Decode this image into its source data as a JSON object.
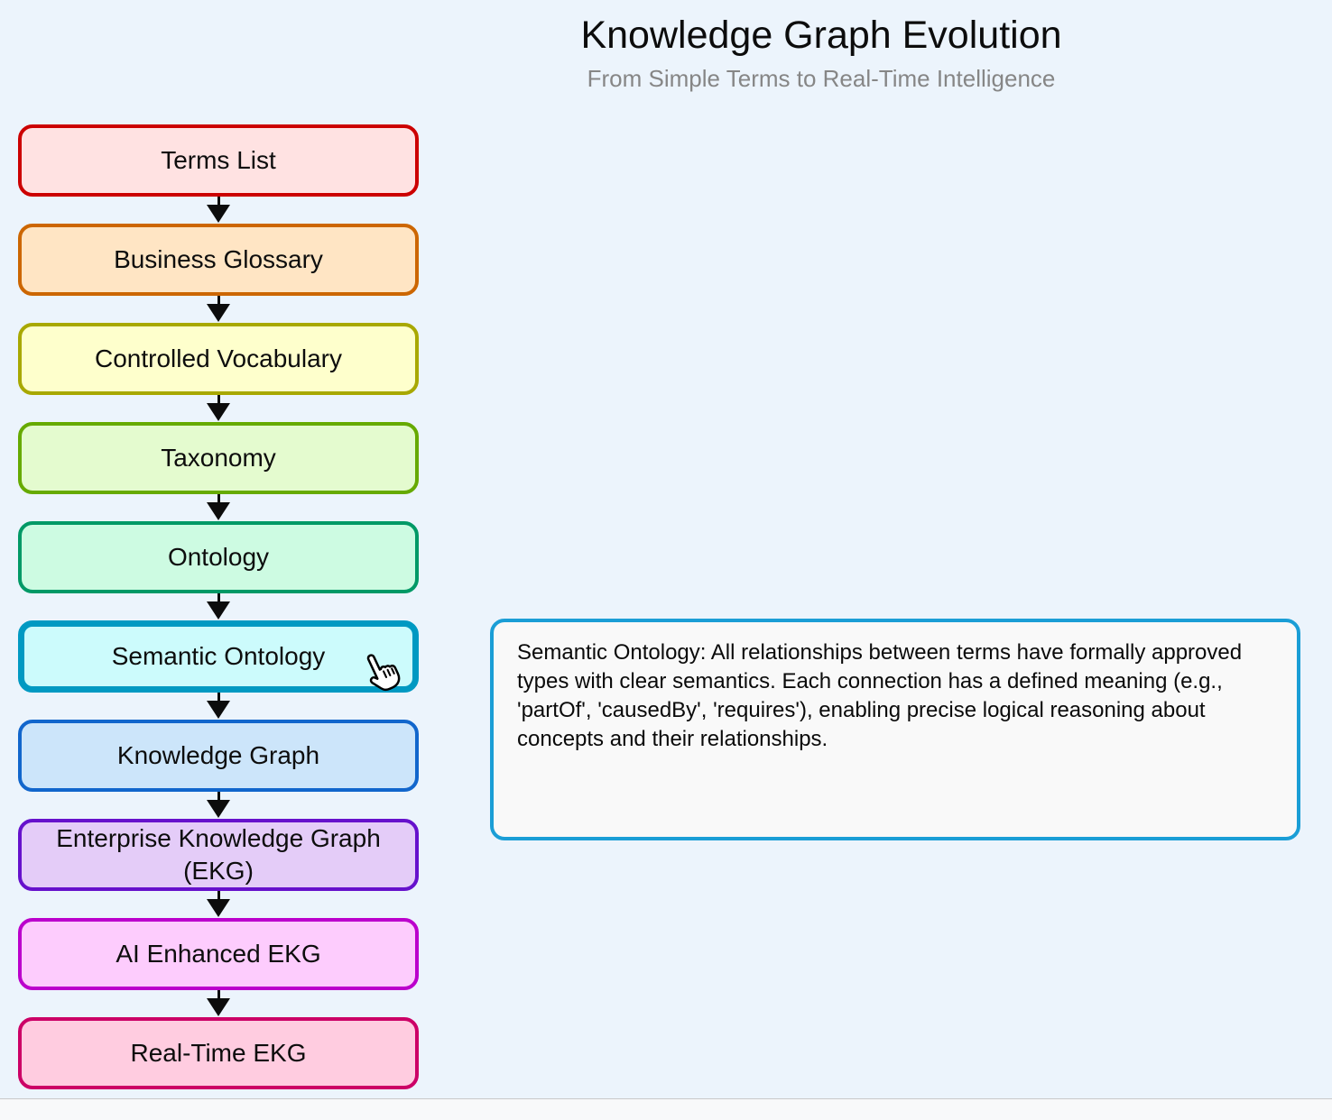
{
  "page": {
    "title": "Knowledge Graph Evolution",
    "subtitle": "From Simple Terms to Real-Time Intelligence",
    "background_color": "#ecf4fc",
    "footer_color": "#f8f9fa"
  },
  "flow": {
    "arrow_color": "#0c0c0c",
    "nodes": [
      {
        "id": "terms-list",
        "label": "Terms List",
        "fill": "#ffe2e2",
        "border": "#cc0000",
        "selected": false
      },
      {
        "id": "business-glossary",
        "label": "Business Glossary",
        "fill": "#ffe5c4",
        "border": "#cc6600",
        "selected": false
      },
      {
        "id": "controlled-vocabulary",
        "label": "Controlled Vocabulary",
        "fill": "#feffcc",
        "border": "#a8a800",
        "selected": false
      },
      {
        "id": "taxonomy",
        "label": "Taxonomy",
        "fill": "#e4fbcf",
        "border": "#66aa00",
        "selected": false
      },
      {
        "id": "ontology",
        "label": "Ontology",
        "fill": "#cdfbe2",
        "border": "#009966",
        "selected": false
      },
      {
        "id": "semantic-ontology",
        "label": "Semantic Ontology",
        "fill": "#ccfbfc",
        "border": "#0099c2",
        "selected": true
      },
      {
        "id": "knowledge-graph",
        "label": "Knowledge Graph",
        "fill": "#cce5fa",
        "border": "#1166cc",
        "selected": false
      },
      {
        "id": "enterprise-ekg",
        "label": "Enterprise Knowledge Graph (EKG)",
        "fill": "#e4ccf8",
        "border": "#6611cc",
        "selected": false
      },
      {
        "id": "ai-enhanced-ekg",
        "label": "AI Enhanced EKG",
        "fill": "#fdccfd",
        "border": "#bb00cc",
        "selected": false
      },
      {
        "id": "real-time-ekg",
        "label": "Real-Time EKG",
        "fill": "#ffcce0",
        "border": "#cc0066",
        "selected": false
      }
    ]
  },
  "detail_panel": {
    "border_color": "#1b9ed6",
    "background_color": "#f9f9f9",
    "text": "Semantic Ontology: All relationships between terms have formally approved types with clear semantics. Each connection has a defined meaning (e.g., 'partOf', 'causedBy', 'requires'), enabling precise logical reasoning about concepts and their relationships."
  },
  "cursor": {
    "icon": "pointer-hand-cursor"
  }
}
